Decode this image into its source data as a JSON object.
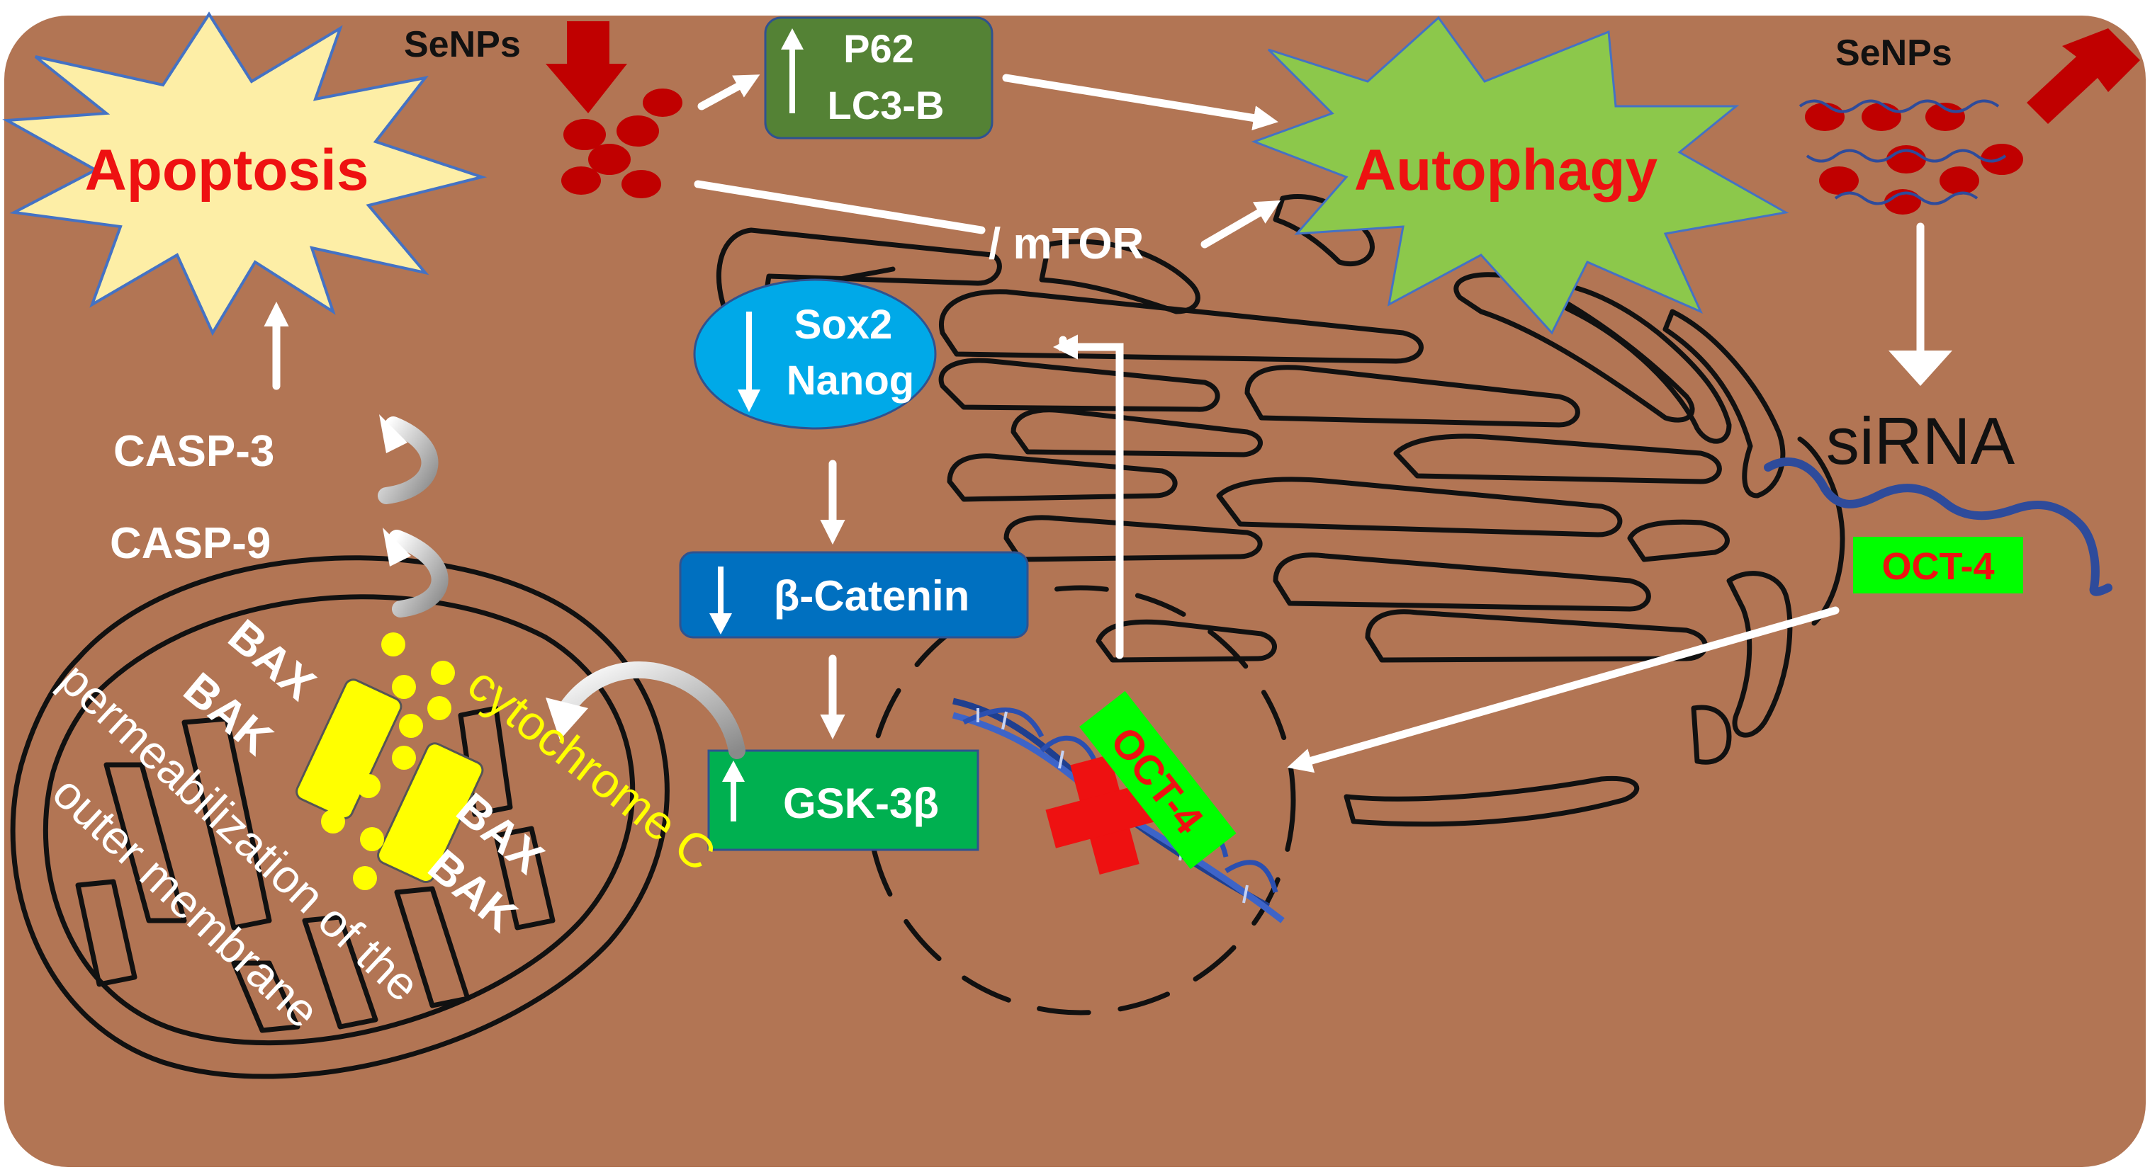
{
  "colors": {
    "cell_background": "#b27554",
    "apoptosis_burst": "#fdeea6",
    "autophagy_burst": "#8cc84b",
    "p62_box": "#548235",
    "sox2_ellipse": "#00a9e8",
    "catenin_box": "#0070c0",
    "gsk_box": "#00b050",
    "oct4_label_bg": "#00ff00",
    "nanoparticle": "#c00000",
    "pore": "#ffff00",
    "sirna_strand": "#2e4b9b"
  },
  "labels": {
    "senps_left": "SeNPs",
    "senps_right": "SeNPs",
    "apoptosis": "Apoptosis",
    "autophagy": "Autophagy",
    "p62": "P62",
    "lc3b": "LC3-B",
    "mtor": "/ mTOR",
    "sox2": "Sox2",
    "nanog": "Nanog",
    "beta_catenin": "β-Catenin",
    "gsk3b": "GSK-3β",
    "casp3": "CASP-3",
    "casp9": "CASP-9",
    "bax_1": "BAX",
    "bak_1": "BAK",
    "bax_2": "BAX",
    "bak_2": "BAK",
    "cytochrome_c": "cytochrome C",
    "permeabilization_line1": "permeabilization of the",
    "permeabilization_line2": "outer membrane",
    "sirna": "siRNA",
    "oct4_sirna": "OCT-4",
    "oct4_dna": "OCT-4"
  },
  "icons": [
    "up-arrow-icon",
    "down-arrow-icon",
    "red-cross-icon",
    "dna-helix-icon",
    "sirna-strand-icon",
    "nanoparticle-cluster-icon",
    "mitochondrion-icon",
    "endoplasmic-reticulum-icon",
    "nucleus-icon"
  ]
}
